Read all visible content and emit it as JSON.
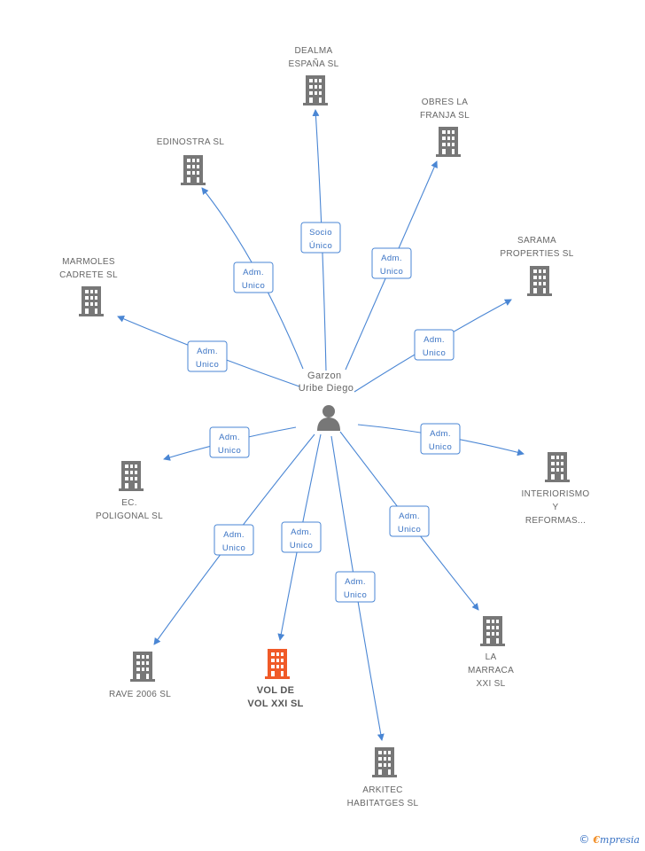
{
  "center": {
    "lines": [
      "Garzon",
      "Uribe Diego"
    ]
  },
  "companies": [
    {
      "id": "dealma",
      "lines": [
        "DEALMA",
        "ESPAÑA SL"
      ],
      "main": false,
      "relation": [
        "Socio",
        "Único"
      ]
    },
    {
      "id": "obres",
      "lines": [
        "OBRES LA",
        "FRANJA SL"
      ],
      "main": false,
      "relation": [
        "Adm.",
        "Unico"
      ]
    },
    {
      "id": "edinostra",
      "lines": [
        "EDINOSTRA SL"
      ],
      "main": false,
      "relation": [
        "Adm.",
        "Unico"
      ]
    },
    {
      "id": "sarama",
      "lines": [
        "SARAMA",
        "PROPERTIES SL"
      ],
      "main": false,
      "relation": [
        "Adm.",
        "Unico"
      ]
    },
    {
      "id": "marmoles",
      "lines": [
        "MARMOLES",
        "CADRETE SL"
      ],
      "main": false,
      "relation": [
        "Adm.",
        "Unico"
      ]
    },
    {
      "id": "ec",
      "lines": [
        "EC.",
        "POLIGONAL SL"
      ],
      "main": false,
      "relation": [
        "Adm.",
        "Unico"
      ]
    },
    {
      "id": "interiorismo",
      "lines": [
        "INTERIORISMO",
        "Y",
        "REFORMAS..."
      ],
      "main": false,
      "relation": [
        "Adm.",
        "Unico"
      ]
    },
    {
      "id": "rave",
      "lines": [
        "RAVE 2006 SL"
      ],
      "main": false,
      "relation": [
        "Adm.",
        "Unico"
      ]
    },
    {
      "id": "vol",
      "lines": [
        "VOL DE",
        "VOL XXI SL"
      ],
      "main": true,
      "relation": [
        "Adm.",
        "Unico"
      ]
    },
    {
      "id": "laMarraca",
      "lines": [
        "LA",
        "MARRACA",
        "XXI SL"
      ],
      "main": false,
      "relation": [
        "Adm.",
        "Unico"
      ]
    },
    {
      "id": "arkitec",
      "lines": [
        "ARKITEC",
        "HABITATGES SL"
      ],
      "main": false,
      "relation": [
        "Adm.",
        "Unico"
      ]
    }
  ],
  "colors": {
    "edge": "#4a86d4",
    "building": "#777777",
    "building_main": "#f05a28",
    "label": "#666666"
  },
  "footer": {
    "copyright": "©",
    "brand_initial": "€",
    "brand_rest": "mpresia"
  }
}
